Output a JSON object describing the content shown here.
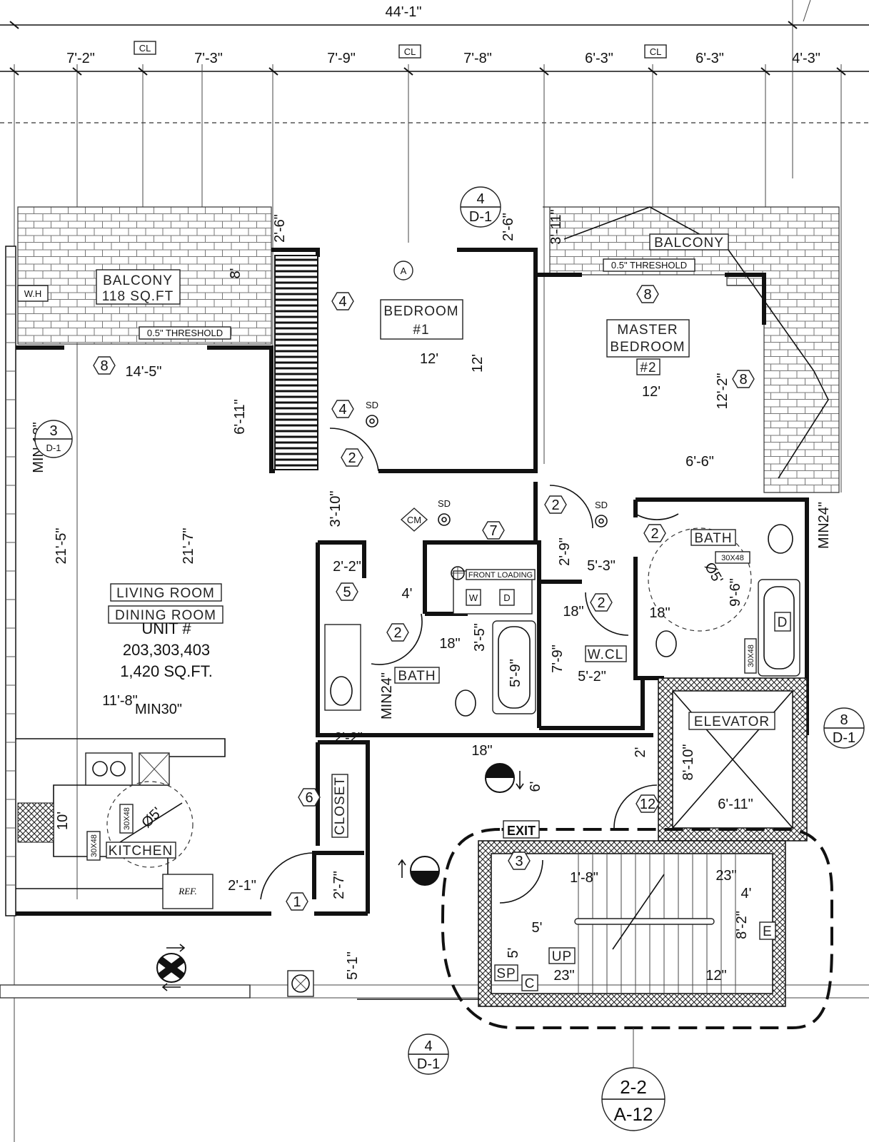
{
  "overall_dimension": "44'-1\"",
  "top_dimensions": [
    "7'-2\"",
    "7'-3\"",
    "7'-9\"",
    "7'-8\"",
    "6'-3\"",
    "6'-3\"",
    "4'-3\""
  ],
  "centerline_tag": "CL",
  "unit": {
    "label": "UNIT #",
    "numbers": "203,303,403",
    "area": "1,420 SQ.FT."
  },
  "rooms": {
    "balcony_left": "BALCONY",
    "balcony_left_area": "118 SQ.FT",
    "balcony_right": "BALCONY",
    "bedroom1_line1": "BEDROOM",
    "bedroom1_line2": "#1",
    "master_line1": "MASTER",
    "master_line2": "BEDROOM",
    "master_line3": "#2",
    "living": "LIVING ROOM",
    "dining": "DINING ROOM",
    "kitchen": "KITCHEN",
    "bath1": "BATH",
    "bath2": "BATH",
    "wcl": "W.CL",
    "closet": "CLOSET",
    "elevator": "ELEVATOR",
    "wh": "W.H",
    "front_loading": "FRONT LOADING",
    "washer": "W",
    "dryer": "D",
    "ref": "REF.",
    "exit": "EXIT",
    "up": "UP",
    "sp": "SP",
    "c": "C",
    "e": "E",
    "d": "D",
    "sd": "SD",
    "cm": "CM",
    "a": "A",
    "threshold": "0.5\" THRESHOLD",
    "size_30x48": "30X48",
    "min24": "MIN24\"",
    "min30": "MIN30\"",
    "min18": "MIN 18\"",
    "dia5": "Ø5'"
  },
  "dimensions": {
    "d_14_5": "14'-5\"",
    "d_6_11": "6'-11\"",
    "d_21_5": "21'-5\"",
    "d_21_7": "21'-7\"",
    "d_11_8": "11'-8\"",
    "d_10": "10'",
    "d_2_1": "2'-1\"",
    "d_2_6a": "2'-6\"",
    "d_8": "8'",
    "d_12a": "12'",
    "d_12b": "12'",
    "d_12c": "12'",
    "d_2_6b": "2'-6\"",
    "d_3_11": "3'-11\"",
    "d_12_2": "12'-2\"",
    "d_6_6": "6'-6\"",
    "d_3_10": "3'-10\"",
    "d_2_2a": "2'-2\"",
    "d_4": "4'",
    "d_18a": "18\"",
    "d_3_5": "3'-5\"",
    "d_5_9": "5'-9\"",
    "d_2_9": "2'-9\"",
    "d_5_3": "5'-3\"",
    "d_18b": "18\"",
    "d_18c": "18\"",
    "d_7_9": "7'-9\"",
    "d_5_2": "5'-2\"",
    "d_9_6": "9'-6\"",
    "d_2_2b": "2'-2\"",
    "d_18d": "18\"",
    "d_6": "6'",
    "d_2": "2'",
    "d_8_10": "8'-10\"",
    "d_6_11b": "6'-11\"",
    "d_2_7": "2'-7\"",
    "d_1_8": "1'-8\"",
    "d_23a": "23\"",
    "d_4b": "4'",
    "d_8_2": "8'-2\"",
    "d_5a": "5'",
    "d_5b": "5'",
    "d_23b": "23\"",
    "d_12d": "12\"",
    "d_5_1": "5'-1\""
  },
  "tags": {
    "t1": "1",
    "t2": "2",
    "t3": "3",
    "t4": "4",
    "t5": "5",
    "t6": "6",
    "t7": "7",
    "t8": "8",
    "t12": "12"
  },
  "section_refs": {
    "ref_top_num": "4",
    "ref_top_sheet": "D-1",
    "ref_left_num": "3",
    "ref_left_sheet": "D-1",
    "ref_right_num": "8",
    "ref_right_sheet": "D-1",
    "ref_bottom_num": "4",
    "ref_bottom_sheet": "D-1",
    "section_num": "2-2",
    "section_sheet": "A-12"
  }
}
